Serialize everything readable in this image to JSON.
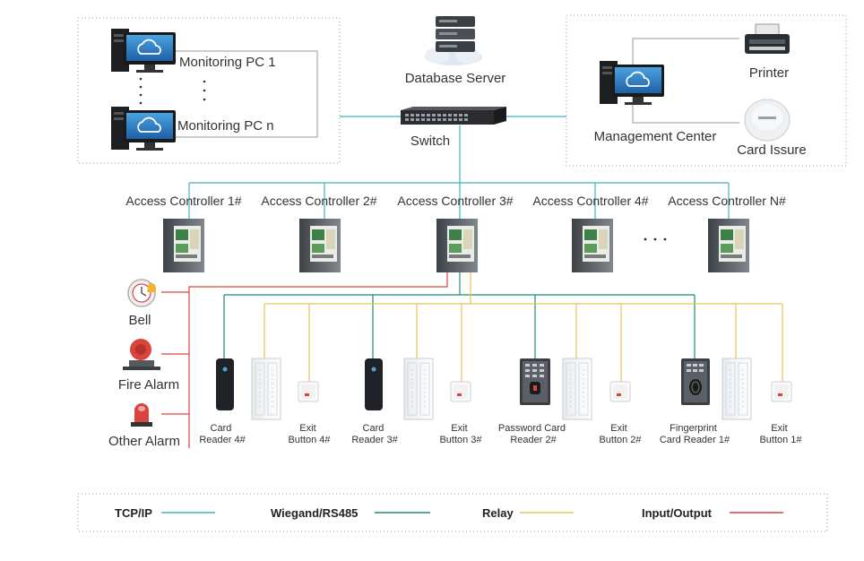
{
  "monitoring": {
    "pc1": "Monitoring PC 1",
    "pcn": "Monitoring PC n"
  },
  "server": {
    "label": "Database Server"
  },
  "switch": {
    "label": "Switch"
  },
  "management": {
    "center": "Management Center",
    "printer": "Printer",
    "card_issue": "Card Issure"
  },
  "controllers": [
    "Access Controller 1#",
    "Access Controller 2#",
    "Access Controller 3#",
    "Access Controller 4#",
    "Access Controller N#"
  ],
  "alarms": {
    "bell": "Bell",
    "fire": "Fire Alarm",
    "other": "Other Alarm"
  },
  "devices": {
    "cr4": [
      "Card",
      "Reader 4#"
    ],
    "eb4": [
      "Exit",
      "Button 4#"
    ],
    "cr3": [
      "Card",
      "Reader 3#"
    ],
    "eb3": [
      "Exit",
      "Button 3#"
    ],
    "pcr2": [
      "Password Card",
      "Reader 2#"
    ],
    "eb2": [
      "Exit",
      "Button 2#"
    ],
    "fcr1": [
      "Fingerprint",
      "Card Reader 1#"
    ],
    "eb1": [
      "Exit",
      "Button 1#"
    ]
  },
  "legend": [
    {
      "label": "TCP/IP",
      "color": "#3fb3c8"
    },
    {
      "label": "Wiegand/RS485",
      "color": "#1f8a7a"
    },
    {
      "label": "Relay",
      "color": "#e9c25a"
    },
    {
      "label": "Input/Output",
      "color": "#d9443f"
    }
  ],
  "colors": {
    "tcp": "#3fb3c8",
    "wiegand": "#1f8a7a",
    "relay": "#e9c25a",
    "io": "#d9443f",
    "frame": "#9a9a9a"
  }
}
